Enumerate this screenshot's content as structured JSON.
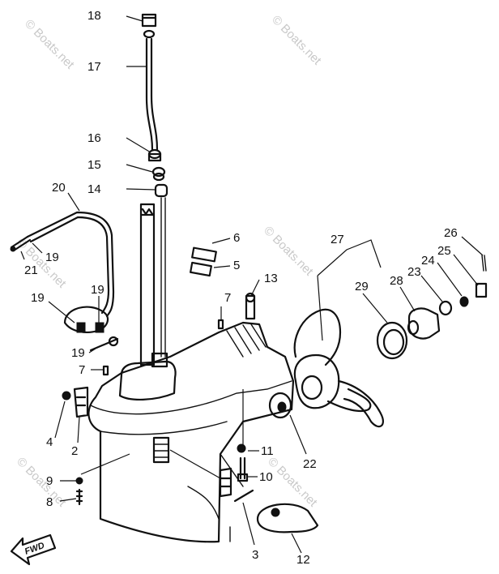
{
  "watermark": "© Boats.net",
  "direction_label": "FWD",
  "callouts": [
    {
      "id": "callout-18",
      "label": "18"
    },
    {
      "id": "callout-17",
      "label": "17"
    },
    {
      "id": "callout-16",
      "label": "16"
    },
    {
      "id": "callout-15",
      "label": "15"
    },
    {
      "id": "callout-14",
      "label": "14"
    },
    {
      "id": "callout-20",
      "label": "20"
    },
    {
      "id": "callout-19-a",
      "label": "19"
    },
    {
      "id": "callout-21",
      "label": "21"
    },
    {
      "id": "callout-19-b",
      "label": "19"
    },
    {
      "id": "callout-19-c",
      "label": "19"
    },
    {
      "id": "callout-19-d",
      "label": "19"
    },
    {
      "id": "callout-6",
      "label": "6"
    },
    {
      "id": "callout-5",
      "label": "5"
    },
    {
      "id": "callout-7-a",
      "label": "7"
    },
    {
      "id": "callout-13",
      "label": "13"
    },
    {
      "id": "callout-7-b",
      "label": "7"
    },
    {
      "id": "callout-4",
      "label": "4"
    },
    {
      "id": "callout-2",
      "label": "2"
    },
    {
      "id": "callout-9",
      "label": "9"
    },
    {
      "id": "callout-8",
      "label": "8"
    },
    {
      "id": "callout-11",
      "label": "11"
    },
    {
      "id": "callout-10",
      "label": "10"
    },
    {
      "id": "callout-22",
      "label": "22"
    },
    {
      "id": "callout-3",
      "label": "3"
    },
    {
      "id": "callout-12",
      "label": "12"
    },
    {
      "id": "callout-27",
      "label": "27"
    },
    {
      "id": "callout-29",
      "label": "29"
    },
    {
      "id": "callout-28",
      "label": "28"
    },
    {
      "id": "callout-23",
      "label": "23"
    },
    {
      "id": "callout-24",
      "label": "24"
    },
    {
      "id": "callout-25",
      "label": "25"
    },
    {
      "id": "callout-26",
      "label": "26"
    }
  ]
}
